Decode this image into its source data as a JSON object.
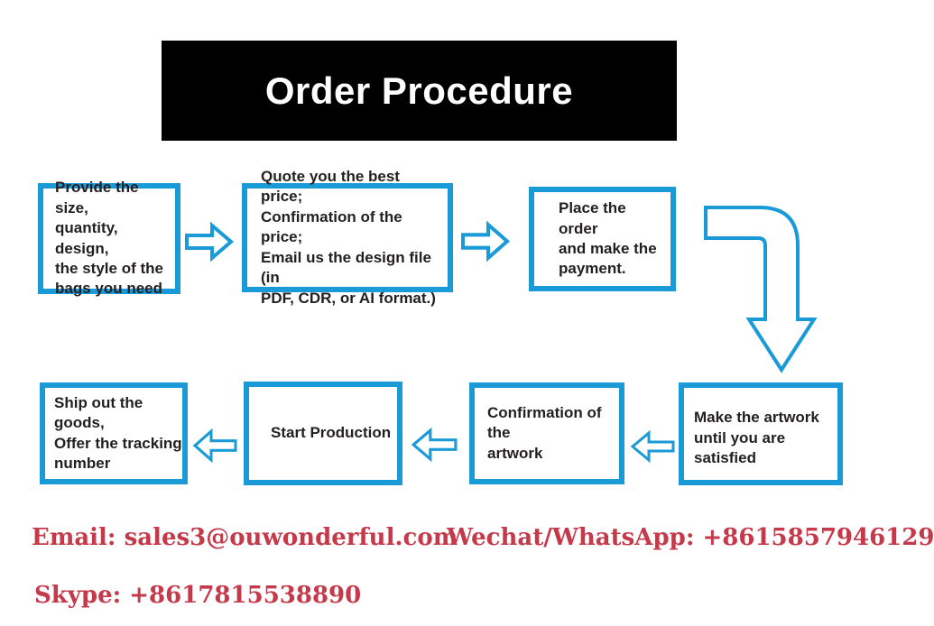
{
  "banner": {
    "title": "Order Procedure"
  },
  "colors": {
    "accent_blue": "#1a9ad6",
    "contact_red": "#c53a4a",
    "banner_background": "#000000",
    "banner_text": "#ffffff",
    "step_text": "#231f20",
    "page_background": "#ffffff"
  },
  "flow": {
    "steps": [
      {
        "name": "provide-details",
        "text": "Provide the size,\nquantity, design,\nthe style of the\nbags you need"
      },
      {
        "name": "quote-price",
        "text": "Quote you the best price;\nConfirmation of the price;\nEmail us the design file (in\nPDF, CDR, or AI format.)"
      },
      {
        "name": "place-order",
        "text": "Place the order\nand make the\npayment."
      },
      {
        "name": "make-artwork",
        "text": "Make the artwork\nuntil you are satisfied"
      },
      {
        "name": "confirm-artwork",
        "text": "Confirmation of the\nartwork"
      },
      {
        "name": "start-production",
        "text": "Start Production"
      },
      {
        "name": "ship-goods",
        "text": "Ship out the goods,\nOffer the tracking\nnumber"
      }
    ]
  },
  "contacts": {
    "email": "Email: sales3@ouwonderful.com",
    "wechat_whatsapp": "Wechat/WhatsApp: +8615857946129",
    "skype": "Skype: +8617815538890"
  }
}
